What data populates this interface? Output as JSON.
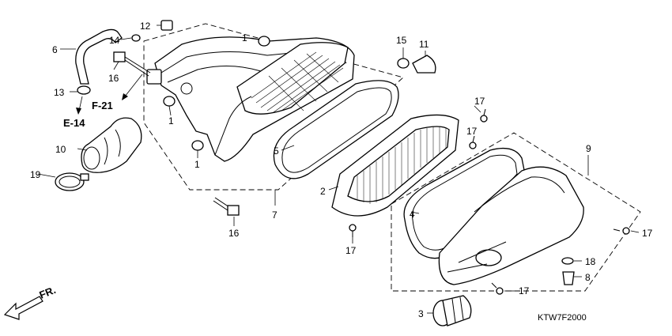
{
  "callouts": {
    "c1a": "1",
    "c1b": "1",
    "c1c": "1",
    "c2": "2",
    "c3": "3",
    "c4": "4",
    "c5": "5",
    "c6": "6",
    "c7": "7",
    "c8": "8",
    "c9": "9",
    "c10": "10",
    "c11": "11",
    "c12": "12",
    "c13": "13",
    "c14": "14",
    "c15": "15",
    "c16a": "16",
    "c16b": "16",
    "c17a": "17",
    "c17b": "17",
    "c17c": "17",
    "c17d": "17",
    "c17e": "17",
    "c18": "18",
    "c19": "19"
  },
  "references": {
    "f21": "F-21",
    "e14": "E-14"
  },
  "direction_label": "FR.",
  "diagram_code": "KTW7F2000",
  "colors": {
    "ink": "#000000",
    "paper": "#ffffff"
  }
}
